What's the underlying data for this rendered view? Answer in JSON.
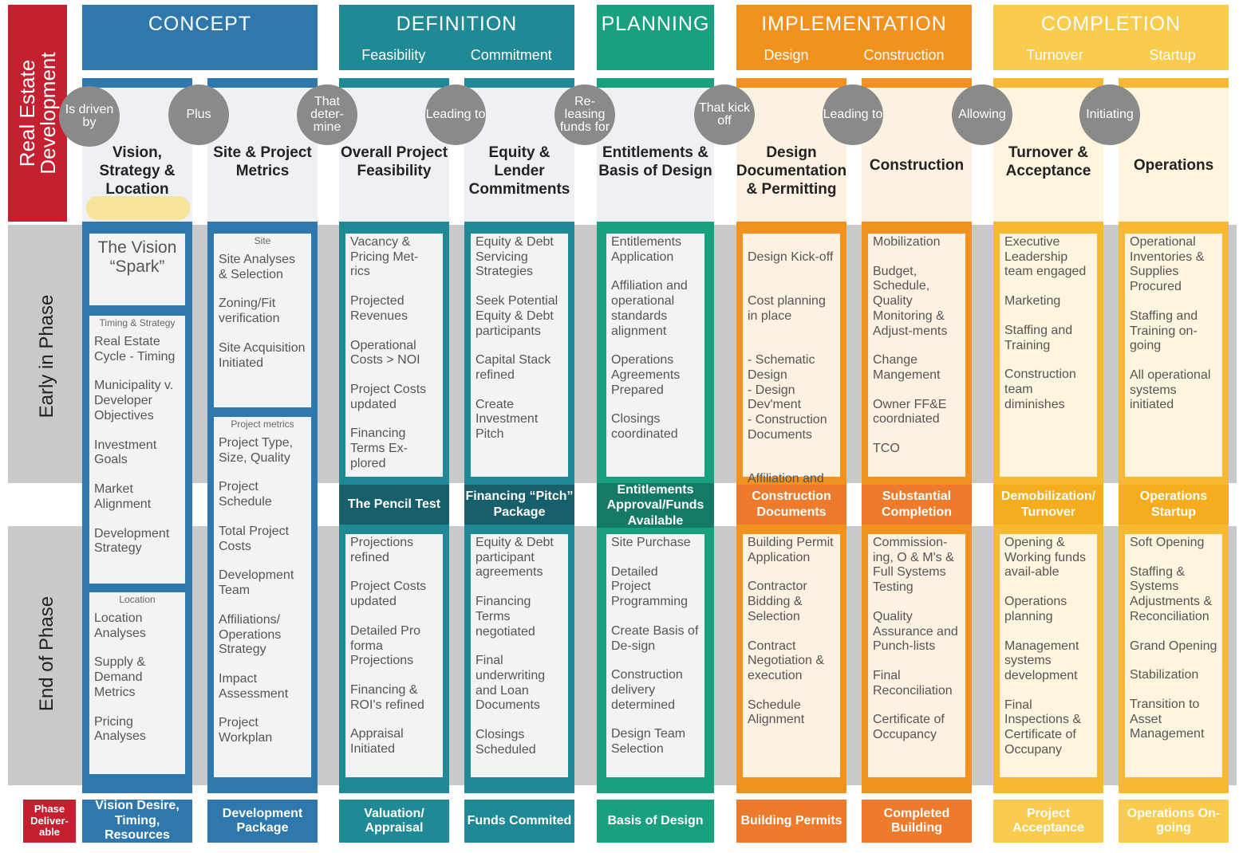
{
  "side_title": "Real Estate Development",
  "row_labels": {
    "early": "Early in Phase",
    "end": "End of Phase"
  },
  "deliverable_label": "Phase Deliver-able",
  "colors": {
    "red": "#c4202f",
    "blue": "#2e78ad",
    "teal": "#1f8a96",
    "green": "#18a07f",
    "orange": "#f2921e",
    "orange_dark": "#ee7b2b",
    "yellow": "#f7b92f",
    "yellow_light": "#f9cb4e",
    "grey": "#8a8a8a"
  },
  "phases": [
    {
      "title": "CONCEPT",
      "subs": []
    },
    {
      "title": "DEFINITION",
      "subs": [
        "Feasibility",
        "Commitment"
      ]
    },
    {
      "title": "PLANNING",
      "subs": []
    },
    {
      "title": "IMPLEMENTATION",
      "subs": [
        "Design",
        "Construction"
      ]
    },
    {
      "title": "COMPLETION",
      "subs": [
        "Turnover",
        "Startup"
      ]
    }
  ],
  "connectors": [
    "Is driven by",
    "Plus",
    "That deter-mine",
    "Leading to",
    "Re-leasing funds for",
    "That kick off",
    "Leading to",
    "Allowing",
    "Initiating"
  ],
  "columns": [
    {
      "title": "Vision, Strategy & Location",
      "vision_box": "The Vision “Spark”",
      "early_group1_label": "Timing & Strategy",
      "early_group1": [
        "Real Estate Cycle - Timing",
        "Municipality v. Developer Objectives",
        "Investment Goals",
        "Market Alignment",
        "Development Strategy"
      ],
      "early_group2_label": "Location",
      "early_group2": [
        "Location Analyses",
        "Supply & Demand Metrics",
        "Pricing Analyses"
      ],
      "deliverable": "Vision Desire, Timing, Resources"
    },
    {
      "title": "Site & Project Metrics",
      "early_group1_label": "Site",
      "early_group1": [
        "Site Analyses & Selection",
        "Zoning/Fit verification",
        "Site Acquisition Initiated"
      ],
      "early_group2_label": "Project metrics",
      "early_group2": [
        "Project Type, Size, Quality",
        "Project Schedule",
        "Total Project Costs",
        "Development Team",
        "Affiliations/ Operations Strategy",
        "Impact Assessment",
        "Project Workplan"
      ],
      "deliverable": "Development Package"
    },
    {
      "title": "Overall Project Feasibility",
      "early": [
        "Vacancy & Pricing Met-rics",
        "Projected Revenues",
        "Operational Costs > NOI",
        "Project Costs updated",
        "Financing Terms Ex-plored"
      ],
      "milestone": "The Pencil Test",
      "end": [
        "Projections refined",
        "Project Costs updated",
        "Detailed Pro forma Projections",
        "Financing & ROI's refined",
        "Appraisal Initiated"
      ],
      "deliverable": "Valuation/ Appraisal"
    },
    {
      "title": "Equity & Lender Commitments",
      "early": [
        "Equity & Debt Servicing Strategies",
        "Seek Potential Equity & Debt participants",
        "Capital Stack refined",
        "Create Investment Pitch"
      ],
      "milestone": "Financing “Pitch” Package",
      "end": [
        "Equity & Debt participant agreements",
        "Financing Terms negotiated",
        "Final underwriting and Loan Documents",
        "Closings Scheduled"
      ],
      "deliverable": "Funds Commited"
    },
    {
      "title": "Entitlements & Basis of Design",
      "early": [
        "Entitlements Application",
        "Affiliation and operational standards alignment",
        "Operations Agreements Prepared",
        "Closings coordinated"
      ],
      "milestone": "Entitlements Approval/Funds Available",
      "end": [
        "Site Purchase",
        "Detailed Project Programming",
        "Create Basis of De-sign",
        "Construction delivery determined",
        "Design Team Selection"
      ],
      "deliverable": "Basis of Design"
    },
    {
      "title": "Design Documentation & Permitting",
      "early": [
        "Design Kick-off",
        "Cost planning in place",
        "- Schematic Design\n- Design Dev'ment\n- Construction Documents",
        "Affiliation and Operations Coordination"
      ],
      "milestone": "Construction Documents",
      "end": [
        "Building Permit Application",
        "Contractor Bidding & Selection",
        "Contract Negotiation & execution",
        "Schedule Alignment"
      ],
      "deliverable": "Building Permits"
    },
    {
      "title": "Construction",
      "early": [
        "Mobilization",
        "Budget, Schedule, Quality Monitoring & Adjust-ments",
        "Change Mangement",
        "Owner FF&E coordniated",
        "TCO"
      ],
      "milestone": "Substantial Completion",
      "end": [
        "Commission-ing, O & M's & Full Systems Testing",
        "Quality Assurance and Punch-lists",
        "Final Reconciliation",
        "Certificate of Occupancy"
      ],
      "deliverable": "Completed Building"
    },
    {
      "title": "Turnover & Acceptance",
      "early": [
        "Executive Leadership team engaged",
        "Marketing",
        "Staffing and Training",
        "Construction team diminishes"
      ],
      "milestone": "Demobilization/ Turnover",
      "end": [
        "Opening & Working funds avail-able",
        "Operations planning",
        "Management systems development",
        "Final Inspections & Certificate of Occupany"
      ],
      "deliverable": "Project Acceptance"
    },
    {
      "title": "Operations",
      "early": [
        "Operational Inventories & Supplies Procured",
        "Staffing and Training on-going",
        "All operational systems initiated"
      ],
      "milestone": "Operations Startup",
      "end": [
        "Soft Opening",
        "Staffing & Systems Adjustments & Reconciliation",
        "Grand Opening",
        "Stabilization",
        "Transition to Asset Management"
      ],
      "deliverable": "Operations On-going"
    }
  ]
}
